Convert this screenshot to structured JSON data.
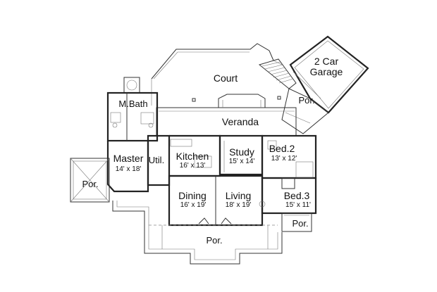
{
  "rooms": {
    "court": {
      "name": "Court"
    },
    "garage": {
      "name_line1": "2 Car",
      "name_line2": "Garage"
    },
    "m_bath": {
      "name": "M.Bath"
    },
    "veranda": {
      "name": "Veranda"
    },
    "master": {
      "name": "Master",
      "size": "14' x 18'"
    },
    "util": {
      "name": "Util."
    },
    "kitchen": {
      "name": "Kitchen",
      "size": "16' x 13'"
    },
    "study": {
      "name": "Study",
      "size": "15' x 14'"
    },
    "bed2": {
      "name": "Bed.2",
      "size": "13' x 12'"
    },
    "bed3": {
      "name": "Bed.3",
      "size": "15' x 11'"
    },
    "dining": {
      "name": "Dining",
      "size": "16' x 19'"
    },
    "living": {
      "name": "Living",
      "size": "18' x 19'"
    },
    "porch_garage": {
      "name": "Por."
    },
    "porch_left": {
      "name": "Por."
    },
    "porch_right": {
      "name": "Por."
    },
    "porch_front": {
      "name": "Por."
    }
  }
}
